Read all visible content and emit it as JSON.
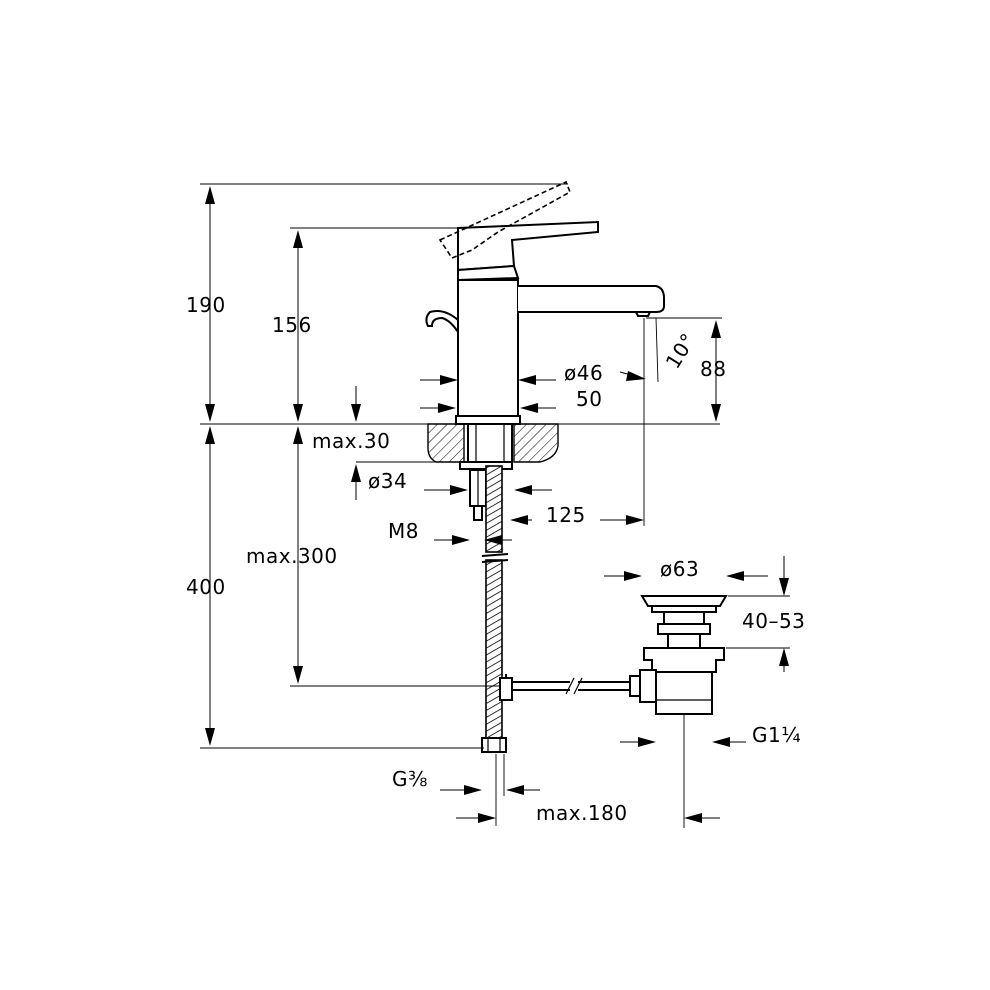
{
  "dimensions": {
    "total_height": "190",
    "spout_height": "156",
    "clearance_height": "88",
    "spout_angle": "10°",
    "body_diameter": "ø46",
    "base_width": "50",
    "max_deck_thickness": "max.30",
    "hole_diameter": "ø34",
    "spout_reach": "125",
    "stud_thread": "M8",
    "max_hose_drop": "max.300",
    "below_deck_height": "400",
    "waste_diameter": "ø63",
    "waste_range": "40–53",
    "waste_thread": "G1¼",
    "hose_thread": "G⅜",
    "max_rod_reach": "max.180"
  },
  "colors": {
    "line": "#000000",
    "background": "#ffffff"
  }
}
